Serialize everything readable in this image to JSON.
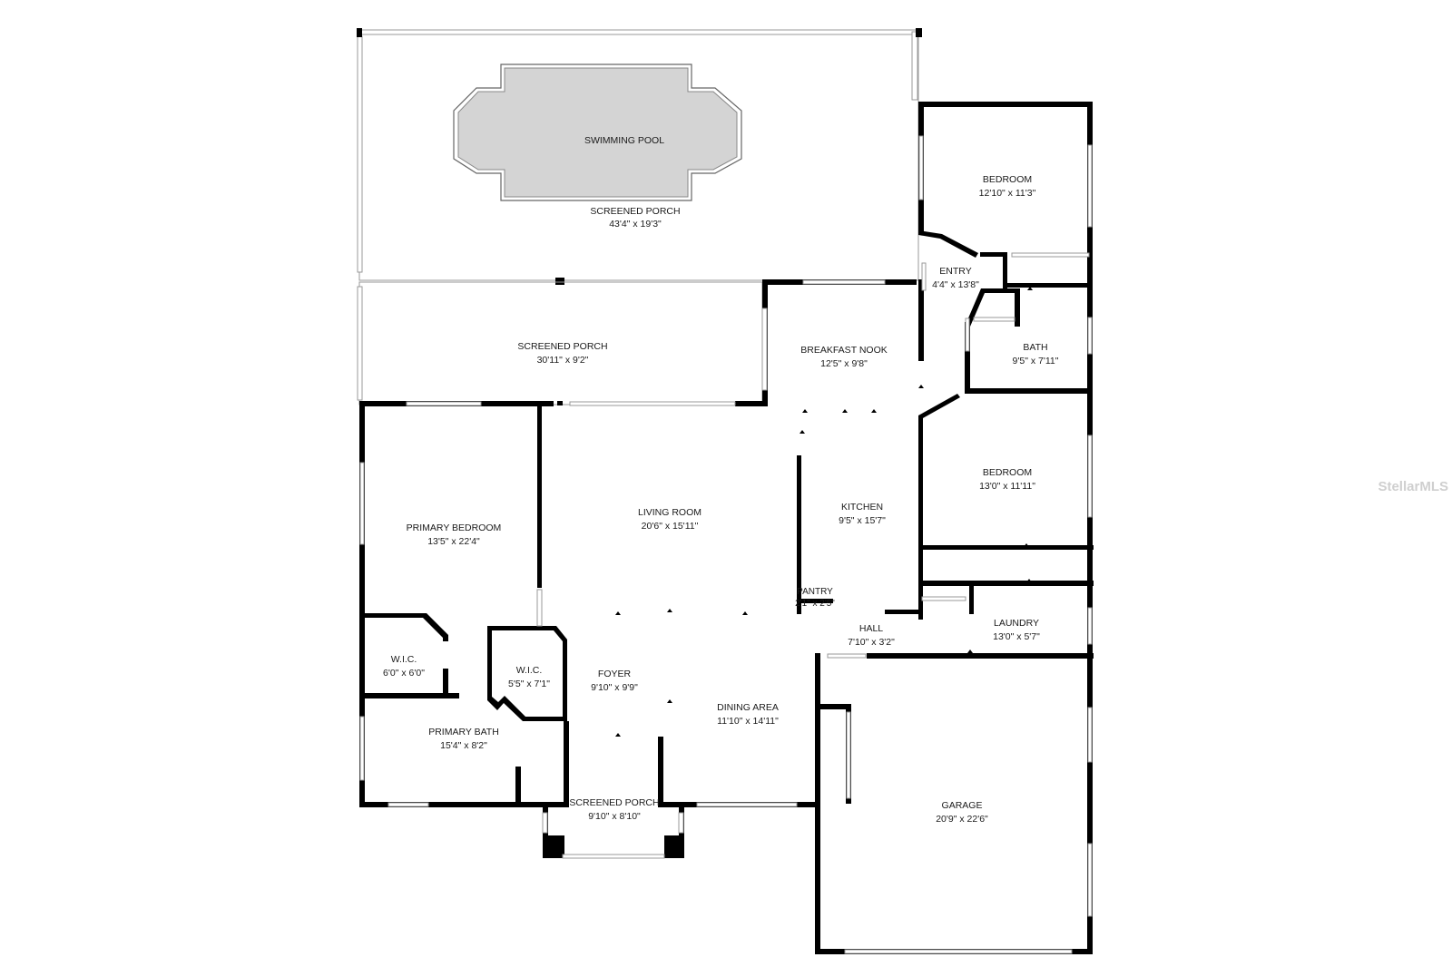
{
  "watermark": "StellarMLS",
  "pool": {
    "label": "SWIMMING POOL",
    "fill": "#d4d4d4"
  },
  "rooms": [
    {
      "id": "screened-porch-pool",
      "name": "SCREENED PORCH",
      "size": "43'4\" x 19'3\""
    },
    {
      "id": "screened-porch-rear",
      "name": "SCREENED PORCH",
      "size": "30'11\" x 9'2\""
    },
    {
      "id": "bedroom-ne",
      "name": "BEDROOM",
      "size": "12'10\" x 11'3\""
    },
    {
      "id": "entry",
      "name": "ENTRY",
      "size": "4'4\" x 13'8\""
    },
    {
      "id": "breakfast-nook",
      "name": "BREAKFAST NOOK",
      "size": "12'5\" x 9'8\""
    },
    {
      "id": "bath",
      "name": "BATH",
      "size": "9'5\" x 7'11\""
    },
    {
      "id": "bedroom-e",
      "name": "BEDROOM",
      "size": "13'0\" x 11'11\""
    },
    {
      "id": "living-room",
      "name": "LIVING ROOM",
      "size": "20'6\" x 15'11\""
    },
    {
      "id": "primary-bedroom",
      "name": "PRIMARY BEDROOM",
      "size": "13'5\" x 22'4\""
    },
    {
      "id": "kitchen",
      "name": "KITCHEN",
      "size": "9'5\" x 15'7\""
    },
    {
      "id": "pantry",
      "name": "PANTRY",
      "size": "2'1\" x 2'5\""
    },
    {
      "id": "hall",
      "name": "HALL",
      "size": "7'10\" x 3'2\""
    },
    {
      "id": "laundry",
      "name": "LAUNDRY",
      "size": "13'0\" x 5'7\""
    },
    {
      "id": "wic-1",
      "name": "W.I.C.",
      "size": "6'0\" x 6'0\""
    },
    {
      "id": "wic-2",
      "name": "W.I.C.",
      "size": "5'5\" x 7'1\""
    },
    {
      "id": "foyer",
      "name": "FOYER",
      "size": "9'10\" x 9'9\""
    },
    {
      "id": "dining-area",
      "name": "DINING AREA",
      "size": "11'10\" x 14'11\""
    },
    {
      "id": "primary-bath",
      "name": "PRIMARY BATH",
      "size": "15'4\" x 8'2\""
    },
    {
      "id": "screened-porch-front",
      "name": "SCREENED PORCH",
      "size": "9'10\" x 8'10\""
    },
    {
      "id": "garage",
      "name": "GARAGE",
      "size": "20'9\" x 22'6\""
    }
  ]
}
